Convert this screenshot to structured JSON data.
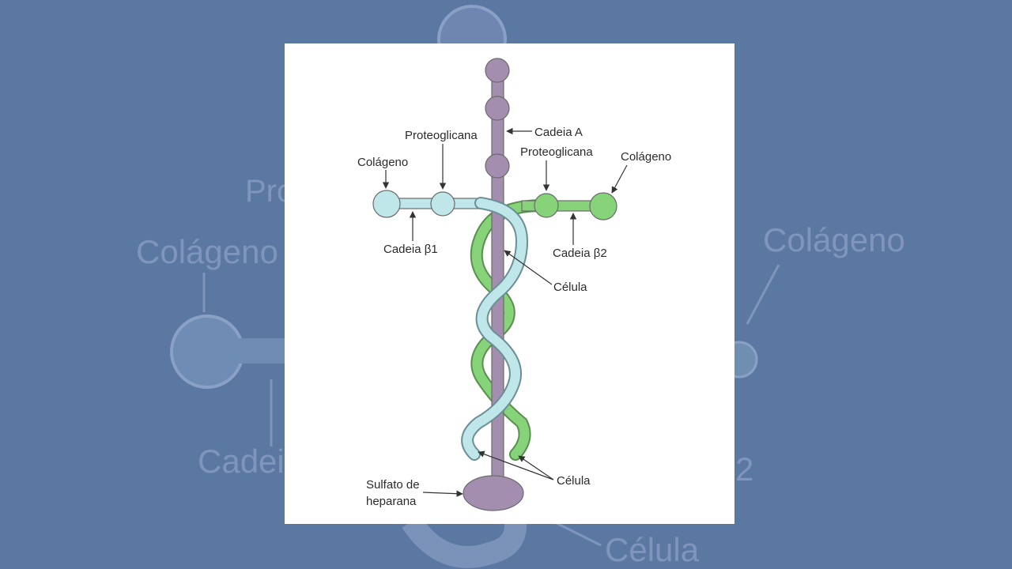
{
  "background": {
    "color": "#5b78a3",
    "labels": {
      "proteoglicana": "Pro",
      "colageno_left": "Colágeno",
      "colageno_right": "Colágeno",
      "cadeia": "Cadei",
      "beta2": "2",
      "celula": "Célula"
    }
  },
  "diagram": {
    "labels": {
      "cadeia_a": "Cadeia A",
      "proteoglicana_left": "Proteoglicana",
      "proteoglicana_right": "Proteoglicana",
      "colageno_left": "Colágeno",
      "colageno_right": "Colágeno",
      "cadeia_b1": "Cadeia β1",
      "cadeia_b2": "Cadeia β2",
      "celula_mid": "Célula",
      "celula_bottom": "Célula",
      "sulfato_line1": "Sulfato de",
      "sulfato_line2": "heparana"
    },
    "colors": {
      "chain_a": "#a48eb0",
      "chain_b1": "#bfe6e8",
      "chain_b2": "#86d37a",
      "outline": "#6b6b6b"
    }
  }
}
